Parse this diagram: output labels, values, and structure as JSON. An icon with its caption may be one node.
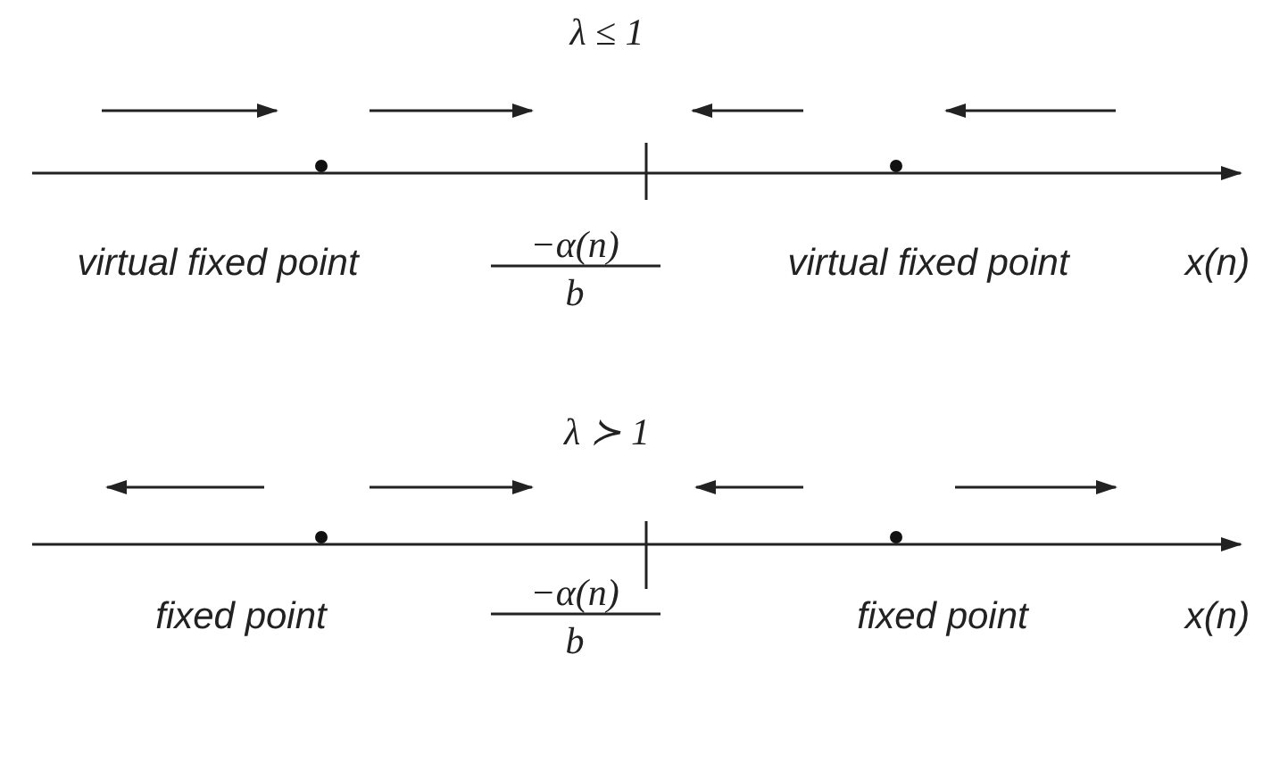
{
  "diagram": {
    "labels": [
      "λ ≤ 1",
      "virtual fixed point",
      "−α(n)",
      "virtual fixed point",
      "x(n)",
      "b",
      "λ ≻ 1",
      "fixed point",
      "−α(n)",
      "fixed point",
      "x(n)",
      "b"
    ]
  }
}
